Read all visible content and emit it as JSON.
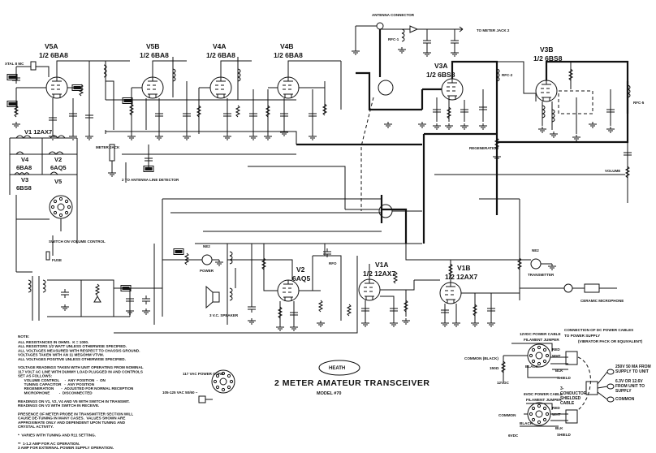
{
  "title": {
    "main": "2 METER AMATEUR TRANSCEIVER",
    "model": "MODEL #70",
    "logo": "HEATH"
  },
  "tubes": [
    {
      "id": "V5A",
      "type": "1/2 6BA8"
    },
    {
      "id": "V5B",
      "type": "1/2 6BA8"
    },
    {
      "id": "V4A",
      "type": "1/2 6BA8"
    },
    {
      "id": "V4B",
      "type": "1/2 6BA8"
    },
    {
      "id": "V3A",
      "type": "1/2 6BS8"
    },
    {
      "id": "V3B",
      "type": "1/2 6BS8"
    },
    {
      "id": "V2",
      "type": "6AQ5"
    },
    {
      "id": "V1A",
      "type": "1/2 12AX7"
    },
    {
      "id": "V1B",
      "type": "1/2 12AX7"
    }
  ],
  "heaters": {
    "v1": "V1  12AX7",
    "v2": "V2",
    "v2t": "6AQ5",
    "v4": "V4",
    "v4t": "6BA8",
    "v3": "V3",
    "v3t": "6BS8",
    "v5": "V5"
  },
  "labels": {
    "xtal": "XTAL 8 MC",
    "antenna": "ANTENNA CONNECTOR",
    "to_meter": "TO METER JACK 2",
    "meter_jack": "METER JACK",
    "ant_det": "2  TO ANTENNA LINE DETECTOR",
    "regeneration": "REGENERATION",
    "volume": "VOLUME",
    "transmitter": "TRANSMITTER",
    "mic": "CERAMIC MICROPHONE",
    "speaker": "3 V.C. SPEAKER",
    "power": "POWER",
    "ne2a": "NE2",
    "ne2b": "NE2",
    "rfo": "RFO",
    "switch": "SWITCH ON VOLUME CONTROL",
    "fuse": "FUSE",
    "power_cord": "117 VAC POWER CORD",
    "line": "105-125 VAC 50/60 ~",
    "rfc1": "RFC-1",
    "rfc2": "RFC-2",
    "rfc5": "RFC-5",
    "common": "COMMON (BLACK)"
  },
  "notes": {
    "heading": "NOTE:",
    "lines": [
      "ALL RESISTANCES IN OHMS.  K = 1000.",
      "ALL RESISTORS 1/2 WATT UNLESS OTHERWISE SPECIFIED.",
      "ALL VOLTAGES MEASURED WITH RESPECT TO CHASSIS GROUND.",
      "VOLTAGES TAKEN WITH AN 11 MEGOHM VTVM.",
      "ALL VOLTAGES POSITIVE UNLESS OTHERWISE SPECIFIED.",
      "",
      "VOLTAGE READINGS TAKEN WITH UNIT OPERATING FROM NOMINAL",
      "117 VOLT AC LINE WITH DUMMY LOAD PLUGGED IN AND CONTROLS",
      "SET AS FOLLOWS:",
      "      VOLUME CONTROL     -  ANY POSITION  -  ON",
      "      TUNING CAPACITOR   -  ANY POSITION",
      "      REGENERATION       -  ADJUSTED FOR NORMAL RECEPTION",
      "      MICROPHONE         -  DISCONNECTED",
      "",
      "READINGS ON V1, V2, V4 AND V5 WITH SWITCH IN TRANSMIT.",
      "READINGS ON V3 WITH SWITCH IN RECEIVE.",
      "",
      "PRESENCE OF METER PROBE IN TRANSMITTER SECTION WILL",
      "CAUSE DE-TUNING IN MANY CASES.  VALUES SHOWN ARE",
      "APPROXIMATE ONLY AND DEPENDENT UPON TUNING AND",
      "CRYSTAL ACTIVITY.",
      "",
      "*  VARIES WITH TUNING AND R11 SETTING.",
      "",
      "**  1-1.2 AMP FOR AC OPERATION.",
      "3 AMP FOR EXTERNAL POWER SUPPLY OPERATION."
    ]
  },
  "dc_cables": {
    "heading1": "CONNECTION OF DC POWER CABLES",
    "heading2": "TO POWER SUPPLY",
    "heading3": "(VIBRATOR PACK OR EQUIVALENT)",
    "cable12": "12VDC POWER CABLE",
    "cable6": "6VDC POWER CABLE",
    "jumper": "FILAMENT JUMPER",
    "jumper2": "FILAMENT JUMPER",
    "shielded": "3-CONDUCTOR SHIELDED CABLE",
    "red": "RED",
    "wht": "WHT",
    "blk": "BLK",
    "black": "BLACK",
    "shield": "SHIELD",
    "red2": "RED",
    "wht2": "WHT",
    "blk2": "BLK",
    "black2": "BLACK",
    "shield2": "SHIELD",
    "r_label": "150Ω",
    "v12": "12VDC",
    "v6": "6VDC",
    "common6": "COMMON",
    "bplus": "250V 50 MA FROM SUPPLY TO UNIT",
    "fil": "6.3V OR 12.6V FROM UNIT TO SUPPLY",
    "common": "COMMON"
  }
}
